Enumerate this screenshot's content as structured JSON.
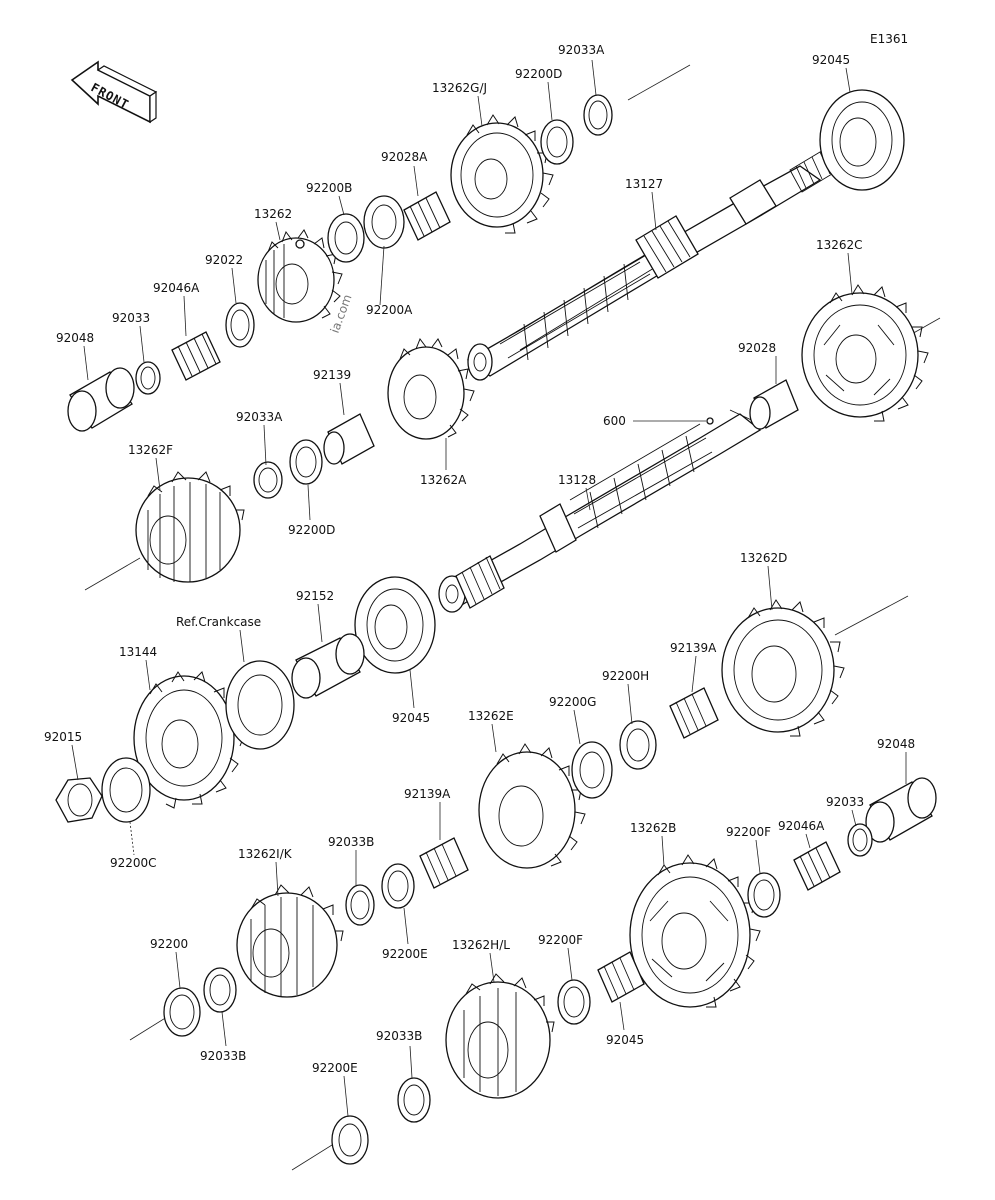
{
  "diagram": {
    "reference_code": "E1361",
    "front_label": "FRONT",
    "watermark": "ia.com",
    "footer_line1": "",
    "footer_line2": "",
    "labels": {
      "p92033A_top": "92033A",
      "p92200D_top": "92200D",
      "p13262GJ": "13262G/J",
      "p92045_top": "92045",
      "p92028A": "92028A",
      "p13127": "13127",
      "p92200B": "92200B",
      "p13262": "13262",
      "p92022": "92022",
      "p92200A": "92200A",
      "p92046A_left": "92046A",
      "p92033_left": "92033",
      "p92048_left": "92048",
      "p13262C": "13262C",
      "p92028": "92028",
      "p92139": "92139",
      "p600": "600",
      "p92033A_mid": "92033A",
      "p13262A": "13262A",
      "p13262F": "13262F",
      "p92200D_mid": "92200D",
      "p13128": "13128",
      "p13262D": "13262D",
      "p92152": "92152",
      "p_refcrank": "Ref.Crankcase",
      "p13144": "13144",
      "p92139A_right": "92139A",
      "p92200H": "92200H",
      "p92200G": "92200G",
      "p92045_mid": "92045",
      "p13262E": "13262E",
      "p92015": "92015",
      "p92139A_mid": "92139A",
      "p92048_right": "92048",
      "p92033_right": "92033",
      "p92046A_right": "92046A",
      "p92200C": "92200C",
      "p92033B_top": "92033B",
      "p13262IK": "13262I/K",
      "p13262B": "13262B",
      "p92200F_right": "92200F",
      "p92200E_mid": "92200E",
      "p92200": "92200",
      "p13262HL": "13262H/L",
      "p92200F_mid": "92200F",
      "p92033B_left": "92033B",
      "p92045_bot": "92045",
      "p92033B_bot": "92033B",
      "p92200E_bot": "92200E"
    }
  }
}
